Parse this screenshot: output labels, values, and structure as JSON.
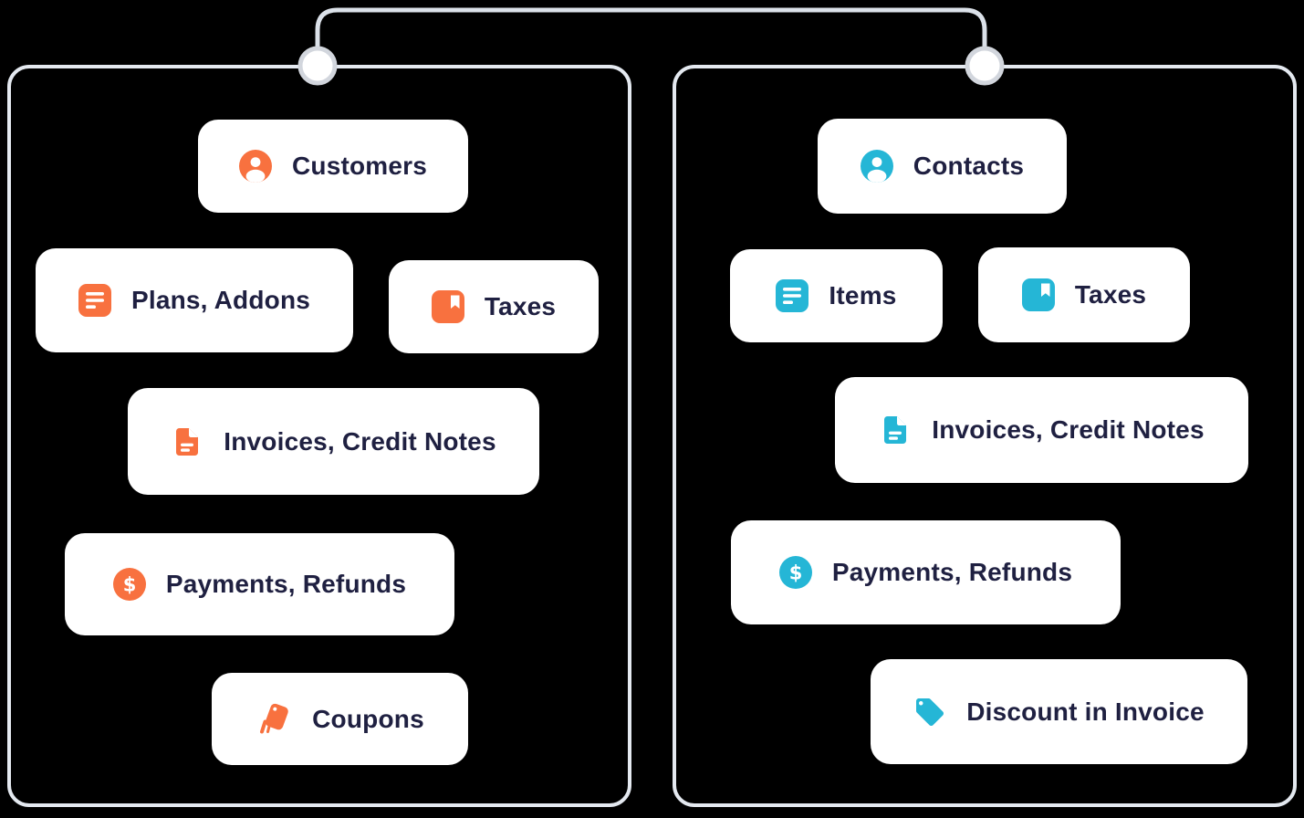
{
  "diagram": {
    "description": "Two hanging clipboard-style panels connected by a wire, mapping billing entities",
    "colors": {
      "background": "#000000",
      "panel_border": "#E4E9F0",
      "wire": "#DBE1E9",
      "pin_ring": "#D2D6DD",
      "card_background": "#FFFFFF",
      "label_text": "#1F2041",
      "left_accent": "#F8713F",
      "right_accent": "#25B6D6"
    },
    "panels": [
      {
        "id": "left",
        "accent": "#F8713F",
        "cards": [
          {
            "label": "Customers",
            "icon": "user-icon"
          },
          {
            "label": "Plans, Addons",
            "icon": "list-icon"
          },
          {
            "label": "Taxes",
            "icon": "bookmark-icon"
          },
          {
            "label": "Invoices, Credit Notes",
            "icon": "document-icon"
          },
          {
            "label": "Payments, Refunds",
            "icon": "dollar-icon"
          },
          {
            "label": "Coupons",
            "icon": "coupon-icon"
          }
        ]
      },
      {
        "id": "right",
        "accent": "#25B6D6",
        "cards": [
          {
            "label": "Contacts",
            "icon": "user-icon"
          },
          {
            "label": "Items",
            "icon": "list-icon"
          },
          {
            "label": "Taxes",
            "icon": "bookmark-icon"
          },
          {
            "label": "Invoices, Credit Notes",
            "icon": "document-icon"
          },
          {
            "label": "Payments, Refunds",
            "icon": "dollar-icon"
          },
          {
            "label": "Discount in Invoice",
            "icon": "tag-icon"
          }
        ]
      }
    ]
  }
}
